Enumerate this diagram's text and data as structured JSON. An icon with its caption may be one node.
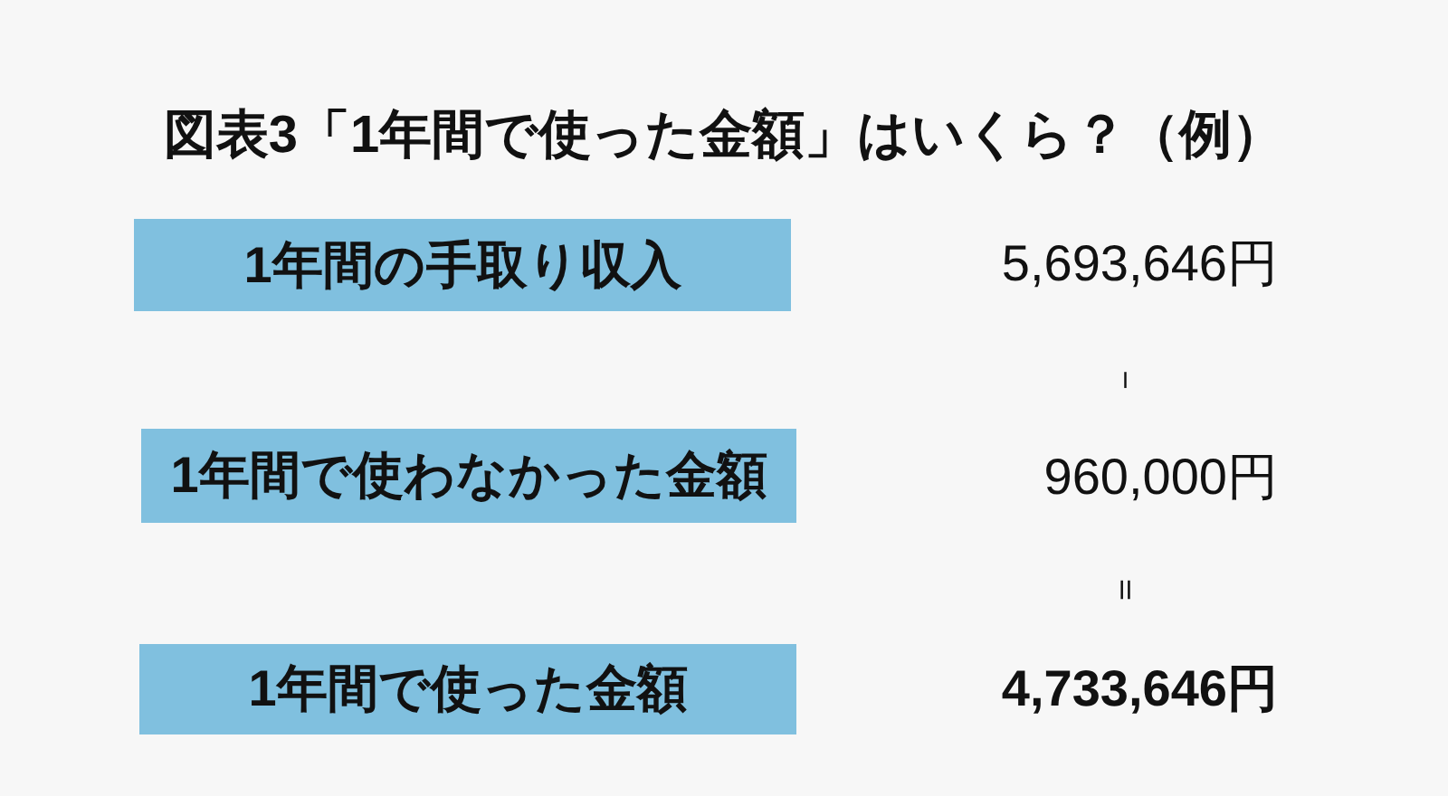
{
  "diagram": {
    "title": "図表3「1年間で使った金額」はいくら？（例）",
    "nodes": [
      {
        "text": [
          "1年間の手取り収入"
        ]
      },
      {
        "text": [
          "1年間で使わなかった金額"
        ]
      },
      {
        "text": [
          "1年間で使った金額"
        ]
      }
    ],
    "labels": [
      "5,693,646円",
      "－",
      "960,000円",
      "＝",
      "4,733,646円"
    ]
  }
}
